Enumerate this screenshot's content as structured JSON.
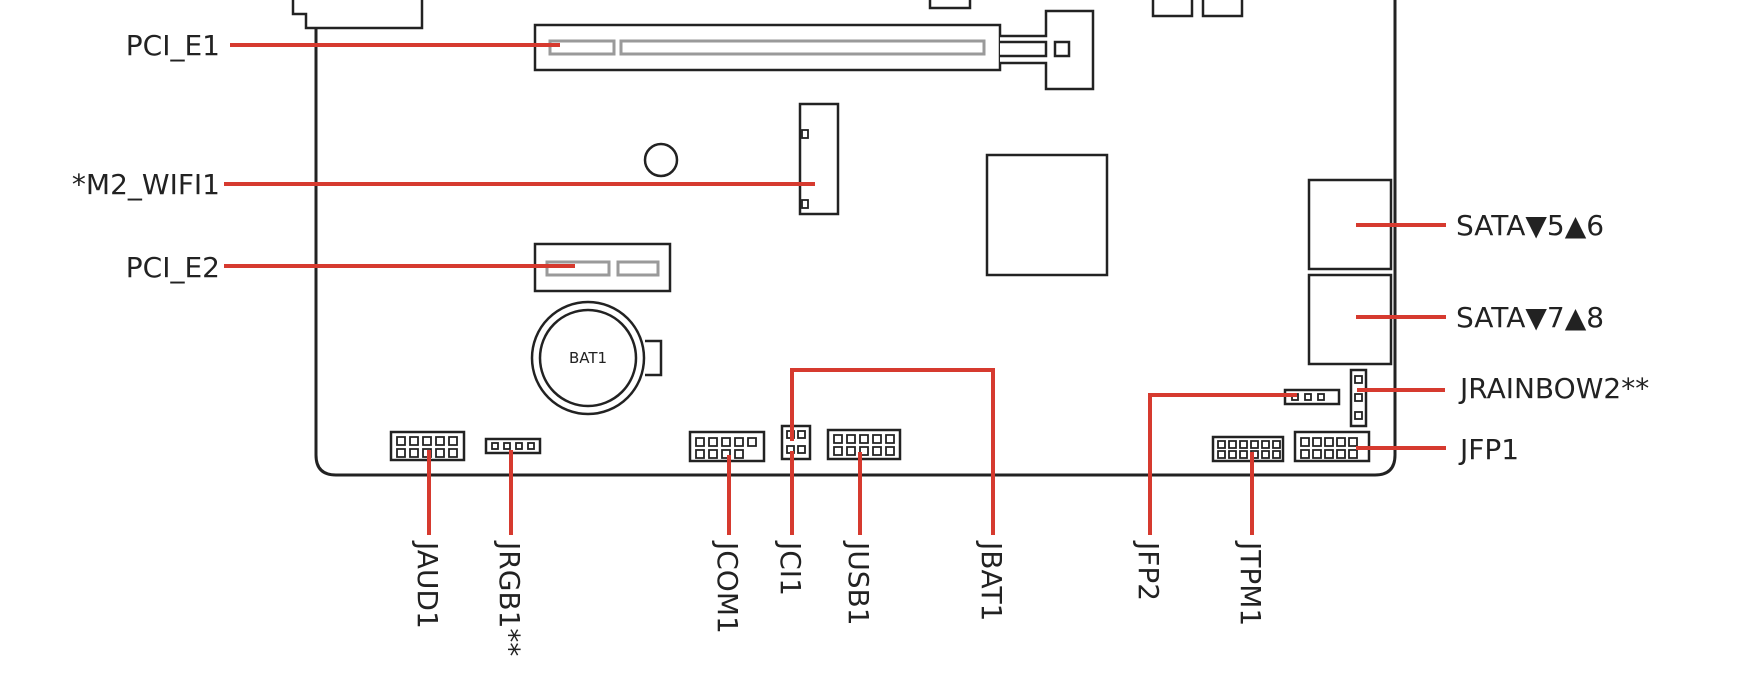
{
  "accent_color": "#d63a2f",
  "components": {
    "bat1": "BAT1"
  },
  "labels": {
    "pci_e1": "PCI_E1",
    "m2_wifi1": "*M2_WIFI1",
    "pci_e2": "PCI_E2",
    "sata_5_6": "SATA▼5▲6",
    "sata_7_8": "SATA▼7▲8",
    "jrainbow2": "JRAINBOW2**",
    "jfp1": "JFP1",
    "jaud1": "JAUD1",
    "jrgb1": "JRGB1**",
    "jcom1": "JCOM1",
    "jci1": "JCI1",
    "jusb1": "JUSB1",
    "jbat1": "JBAT1",
    "jfp2": "JFP2",
    "jtpm1": "JTPM1"
  }
}
